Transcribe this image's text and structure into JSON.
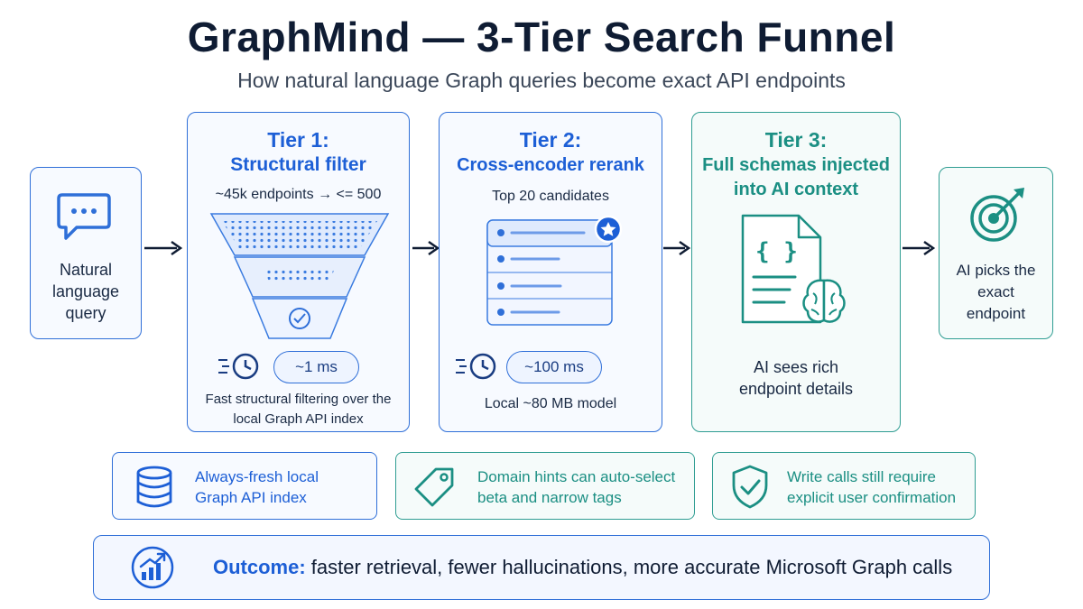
{
  "header": {
    "title": "GraphMind — 3-Tier Search Funnel",
    "subtitle": "How natural language Graph queries become exact API endpoints"
  },
  "input": {
    "label_lines": [
      "Natural",
      "language",
      "query"
    ]
  },
  "tier1": {
    "title_line1": "Tier 1:",
    "title_line2": "Structural filter",
    "caption": "~45k endpoints → <= 500",
    "timing": "~1 ms",
    "footer_line1": "Fast structural filtering over the",
    "footer_line2": "local Graph API index"
  },
  "tier2": {
    "title_line1": "Tier 2:",
    "title_line2": "Cross-encoder rerank",
    "caption": "Top 20 candidates",
    "timing": "~100 ms",
    "footer": "Local ~80 MB model"
  },
  "tier3": {
    "title_line1": "Tier 3:",
    "title_line2": "Full schemas injected",
    "title_line3": "into AI context",
    "footer_line1": "AI sees rich",
    "footer_line2": "endpoint details"
  },
  "output": {
    "label_lines": [
      "AI picks the",
      "exact",
      "endpoint"
    ]
  },
  "features": [
    {
      "line1": "Always-fresh local",
      "line2": "Graph API index",
      "icon": "database-icon"
    },
    {
      "line1": "Domain hints can auto-select",
      "line2": "beta and narrow tags",
      "icon": "tag-icon"
    },
    {
      "line1": "Write calls still require",
      "line2": "explicit user confirmation",
      "icon": "shield-check-icon"
    }
  ],
  "outcome": {
    "lead": "Outcome:",
    "text": " faster retrieval, fewer hallucinations, more accurate Microsoft Graph calls"
  },
  "colors": {
    "blue": "#2f6fd8",
    "teal": "#2f9d92",
    "dark": "#0f1c33"
  }
}
